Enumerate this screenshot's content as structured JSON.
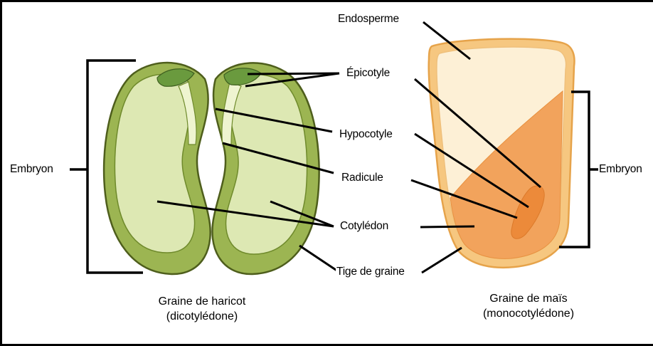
{
  "labels": {
    "endosperme": "Endosperme",
    "epicotyle": "Épicotyle",
    "hypocotyle": "Hypocotyle",
    "radicule": "Radicule",
    "cotyledon": "Cotylédon",
    "tige": "Tige de graine",
    "embryon_left": "Embryon",
    "embryon_right": "Embryon"
  },
  "captions": {
    "bean_line1": "Graine de haricot",
    "bean_line2": "(dicotylédone)",
    "corn_line1": "Graine de maïs",
    "corn_line2": "(monocotylédone)"
  },
  "colors": {
    "bean_coat": "#9cb552",
    "bean_outline": "#4e5e1c",
    "bean_cotyledon": "#dde8b3",
    "bean_embryo": "#6a9a3e",
    "corn_coat": "#f6c780",
    "corn_endosperm": "#fdf0d6",
    "corn_cotyledon": "#f2a35c",
    "corn_embryo": "#ec8a3a"
  }
}
